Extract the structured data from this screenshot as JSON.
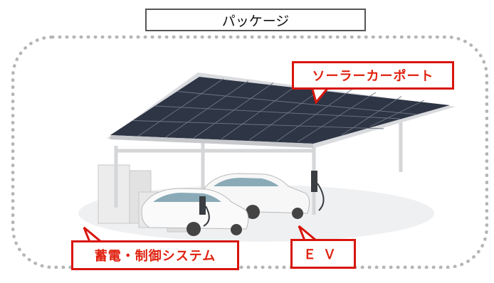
{
  "title": "パッケージ",
  "callouts": {
    "carport": "ソーラーカーポート",
    "storage": "蓄電・制御システム",
    "ev": "ＥＶ"
  },
  "colors": {
    "callout_border": "#d8150c",
    "callout_text": "#e0210f",
    "frame_dots": "#b5b5b5",
    "panel": "#2e3545"
  }
}
